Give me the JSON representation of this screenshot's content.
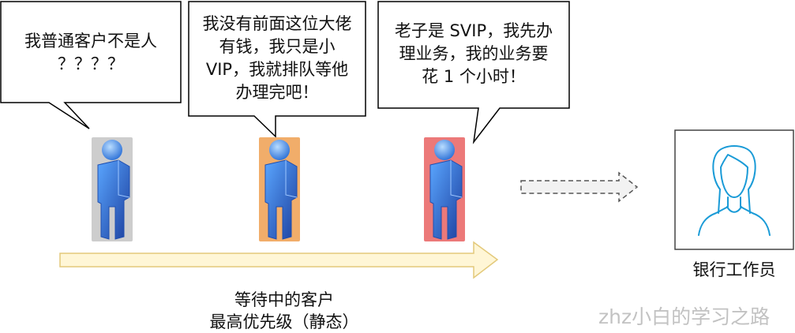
{
  "bubbles": [
    {
      "text": "我普通客户不是人\n？？？？"
    },
    {
      "text": "我没有前面这位大佬\n有钱，我只是小\nVIP，我就排队等他\n办理完吧！"
    },
    {
      "text": "老子是 SVIP，我先办\n理业务，我的业务要\n花 1 个小时！"
    }
  ],
  "customers": [
    {
      "highlight": "#c8c8c8"
    },
    {
      "highlight": "#f0a45a"
    },
    {
      "highlight": "#ea6a6a"
    }
  ],
  "queue_label_line1": "等待中的客户",
  "queue_label_line2": "最高优先级（静态）",
  "teller_label": "银行工作员",
  "watermark": "zhz小白的学习之路",
  "colors": {
    "person_body": "#2f7fe0",
    "person_dark": "#1f4fb0",
    "arrow_fill": "#fff6d6",
    "arrow_stroke": "#e3c97a",
    "teller_stroke": "#1a9bd7"
  }
}
